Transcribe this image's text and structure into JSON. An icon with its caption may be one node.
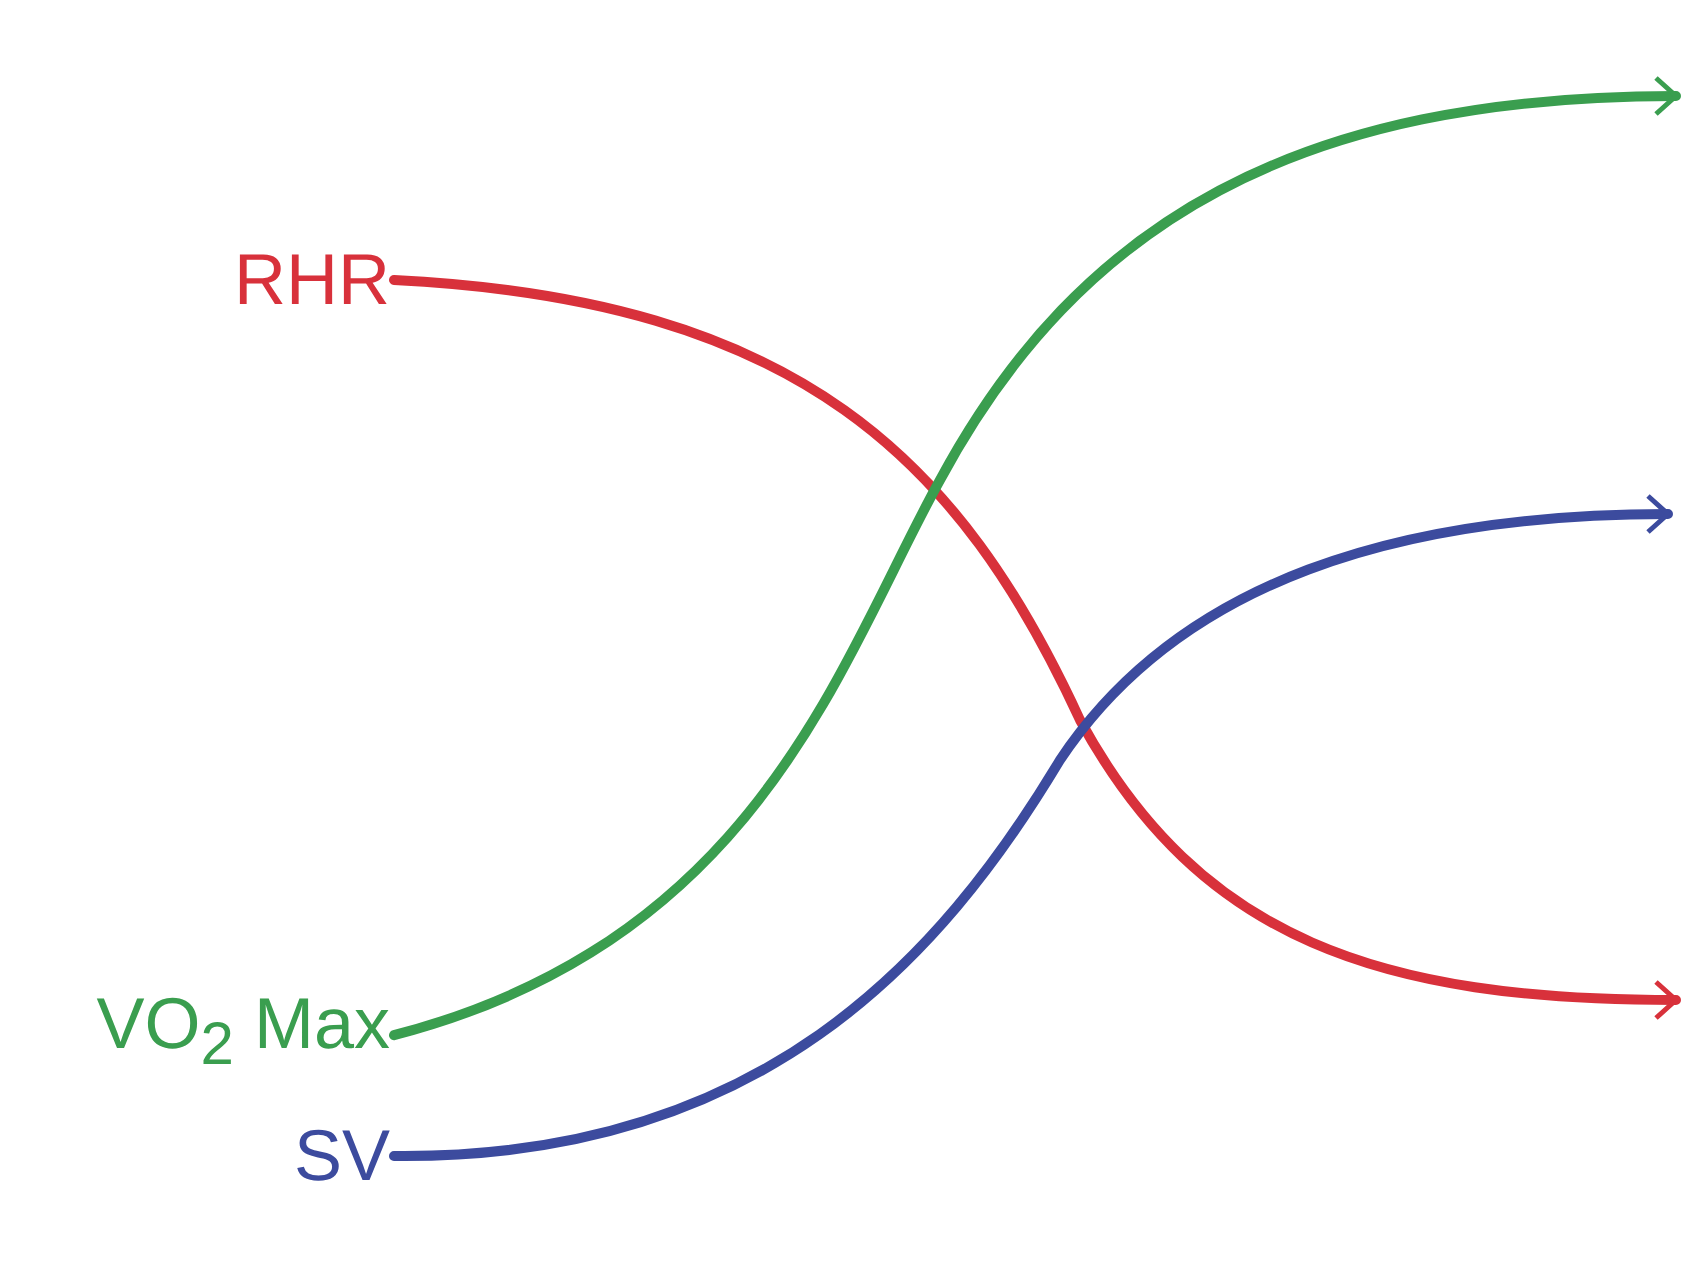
{
  "diagram": {
    "nodes": [
      {
        "text": [
          "RHR"
        ]
      },
      {
        "text": [
          "VO$_{2}$ Max"
        ]
      },
      {
        "text": [
          "SV"
        ]
      }
    ],
    "edges": [
      {
        "from": 0,
        "to": null,
        "arrow": "to",
        "color": "#d8313b"
      },
      {
        "from": 1,
        "to": null,
        "arrow": "to",
        "color": "#3a9e4f"
      },
      {
        "from": 2,
        "to": null,
        "arrow": "to",
        "color": "#3c4b9e"
      }
    ]
  }
}
